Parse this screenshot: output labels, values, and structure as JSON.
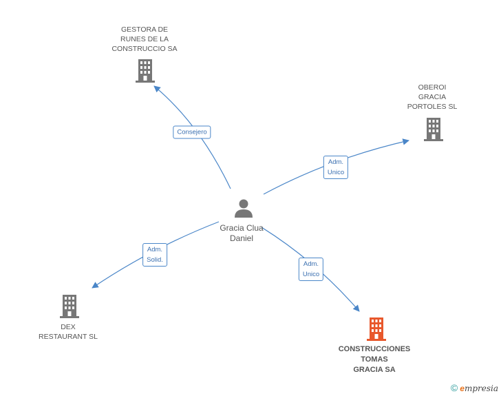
{
  "center": {
    "name_lines": [
      "Gracia Clua",
      "Daniel"
    ],
    "icon": "person-icon"
  },
  "companies": [
    {
      "id": "gestora",
      "name_lines": [
        "GESTORA DE",
        "RUNES DE LA",
        "CONSTRUCCIO SA"
      ],
      "icon": "building-icon",
      "color": "#777777",
      "highlight": false
    },
    {
      "id": "oberoi",
      "name_lines": [
        "OBEROI",
        "GRACIA",
        "PORTOLES SL"
      ],
      "icon": "building-icon",
      "color": "#777777",
      "highlight": false
    },
    {
      "id": "dex",
      "name_lines": [
        "DEX",
        "RESTAURANT SL"
      ],
      "icon": "building-icon",
      "color": "#777777",
      "highlight": false
    },
    {
      "id": "construcciones",
      "name_lines": [
        "CONSTRUCCIONES",
        "TOMAS",
        "GRACIA SA"
      ],
      "icon": "building-icon",
      "color": "#e8582c",
      "highlight": true
    }
  ],
  "relations": [
    {
      "to": "gestora",
      "label_lines": [
        "Consejero"
      ]
    },
    {
      "to": "oberoi",
      "label_lines": [
        "Adm.",
        "Unico"
      ]
    },
    {
      "to": "dex",
      "label_lines": [
        "Adm.",
        "Solid."
      ]
    },
    {
      "to": "construcciones",
      "label_lines": [
        "Adm.",
        "Unico"
      ]
    }
  ],
  "footer": {
    "copyright_symbol": "©",
    "brand_initial": "e",
    "brand_rest": "mpresia"
  },
  "colors": {
    "edge": "#4a86c8",
    "node_gray": "#777777",
    "node_highlight": "#e8582c"
  }
}
